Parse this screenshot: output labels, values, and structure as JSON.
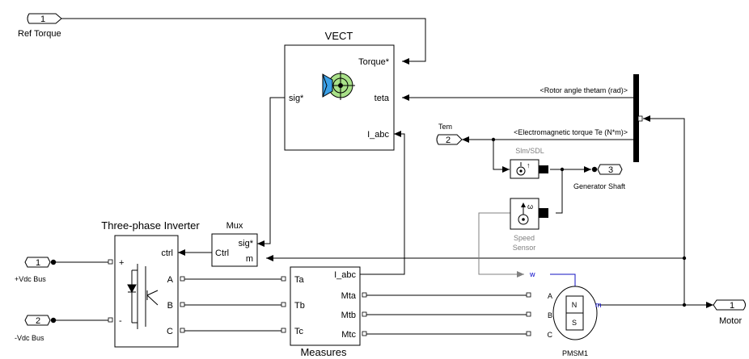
{
  "diagram": {
    "ports": {
      "ref_torque": {
        "number": "1",
        "label": "Ref Torque"
      },
      "vdc_plus": {
        "number": "1",
        "label": "+Vdc Bus"
      },
      "vdc_minus": {
        "number": "2",
        "label": "-Vdc Bus"
      },
      "tem": {
        "number": "2",
        "label": "Tem"
      },
      "generator_shaft": {
        "number": "3",
        "label": "Generator Shaft"
      },
      "motor": {
        "number": "1",
        "label": "Motor"
      }
    },
    "vect": {
      "title": "VECT",
      "inputs": {
        "torque": "Torque*",
        "teta": "teta",
        "i_abc": "I_abc"
      },
      "output": "sig*"
    },
    "mux": {
      "title": "Mux",
      "in_sig": "sig*",
      "in_m": "m",
      "out": "Ctrl"
    },
    "inverter": {
      "title": "Three-phase Inverter",
      "plus": "+",
      "minus": "-",
      "ctrl": "ctrl",
      "a": "A",
      "b": "B",
      "c": "C"
    },
    "measures": {
      "title": "Measures",
      "in": [
        "Ta",
        "Tb",
        "Tc"
      ],
      "out_iabc": "I_abc",
      "out": [
        "Mta",
        "Mtb",
        "Mtc"
      ]
    },
    "pmsm": {
      "title": "PMSM1",
      "w": "w",
      "a": "A",
      "b": "B",
      "c": "C",
      "m": "m",
      "pole_n": "N",
      "pole_s": "S"
    },
    "signals": {
      "rotor_angle": "<Rotor angle thetam (rad)>",
      "em_torque": "<Electromagnetic torque Te (N*m)>"
    },
    "simsdl": {
      "label": "Slm/SDL"
    },
    "speed_sensor": {
      "line1": "Speed",
      "line2": "Sensor",
      "omega": "ω"
    }
  }
}
